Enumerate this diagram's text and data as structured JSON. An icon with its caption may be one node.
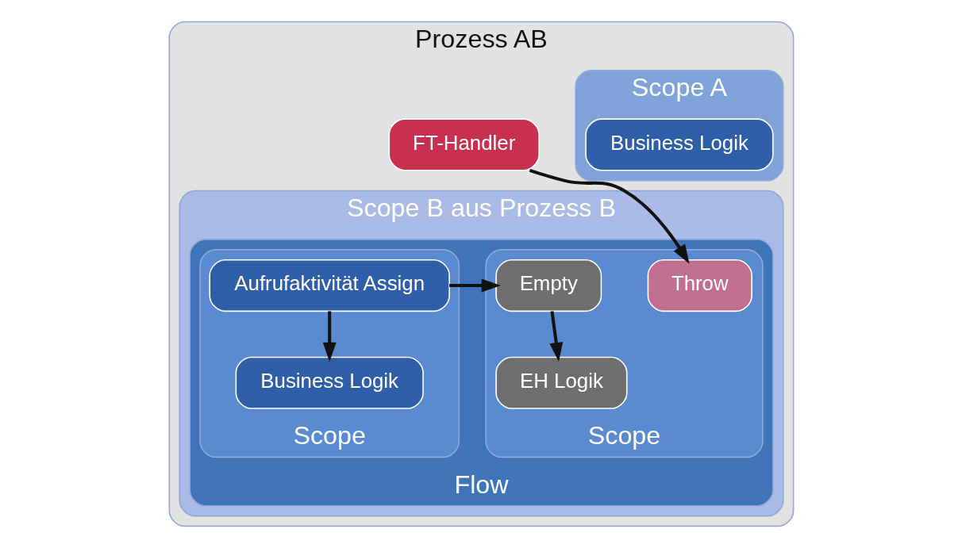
{
  "diagram": {
    "nodes": [
      {
        "text": [
          "Prozess AB"
        ]
      },
      {
        "text": [
          "Scope A"
        ],
        "in": 0
      },
      {
        "text": [
          "Business Logik"
        ],
        "in": 1
      },
      {
        "text": [
          "FT-Handler"
        ],
        "in": 0
      },
      {
        "text": [
          "Scope B aus Prozess B"
        ],
        "in": 0
      },
      {
        "text": [
          "Flow"
        ],
        "in": 4
      },
      {
        "text": [
          "Scope"
        ],
        "in": 5
      },
      {
        "text": [
          "Throw"
        ],
        "in": 6
      },
      {
        "text": [
          "Empty"
        ],
        "in": 6
      },
      {
        "text": [
          "EH Logik"
        ],
        "in": 6
      },
      {
        "text": [
          "Scope"
        ],
        "in": 5
      },
      {
        "text": [
          "Aufrufaktivität Assign"
        ],
        "in": 10
      },
      {
        "text": [
          "Business Logik"
        ],
        "in": 10
      }
    ],
    "edges": [
      {
        "from": 3,
        "to": 7,
        "arrow": "to"
      },
      {
        "from": 11,
        "to": 8,
        "arrow": "to"
      },
      {
        "from": 8,
        "to": 9,
        "arrow": "to"
      },
      {
        "from": 11,
        "to": 12,
        "arrow": "to"
      }
    ]
  }
}
